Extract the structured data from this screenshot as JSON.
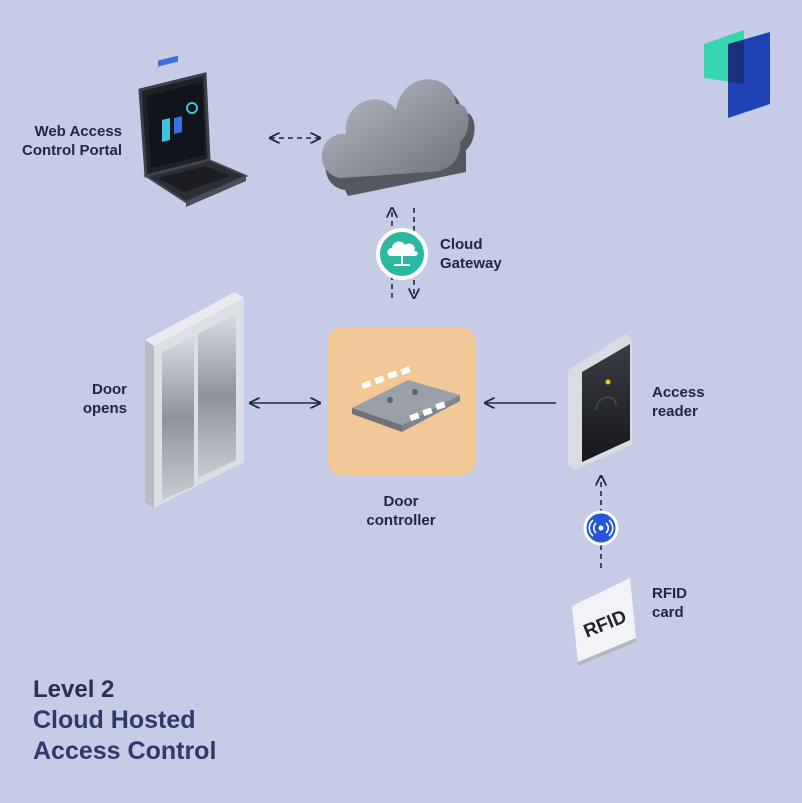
{
  "labels": {
    "web_portal": [
      "Web Access",
      "Control Portal"
    ],
    "cloud_gateway": [
      "Cloud",
      "Gateway"
    ],
    "door_opens": [
      "Door",
      "opens"
    ],
    "door_controller": [
      "Door",
      "controller"
    ],
    "access_reader": [
      "Access",
      "reader"
    ],
    "rfid_card": [
      "RFID",
      "card"
    ],
    "rfid_card_text": "RFID"
  },
  "title": {
    "level": "Level 2",
    "line1": "Cloud Hosted",
    "line2": "Access Control"
  },
  "colors": {
    "background": "#c6cbe6",
    "controller_bg": "#f2c896",
    "gateway_badge": "#2bb8a0",
    "nfc_badge": "#2456d9",
    "logo_teal": "#37d6b0",
    "logo_blue": "#1f43b4"
  }
}
